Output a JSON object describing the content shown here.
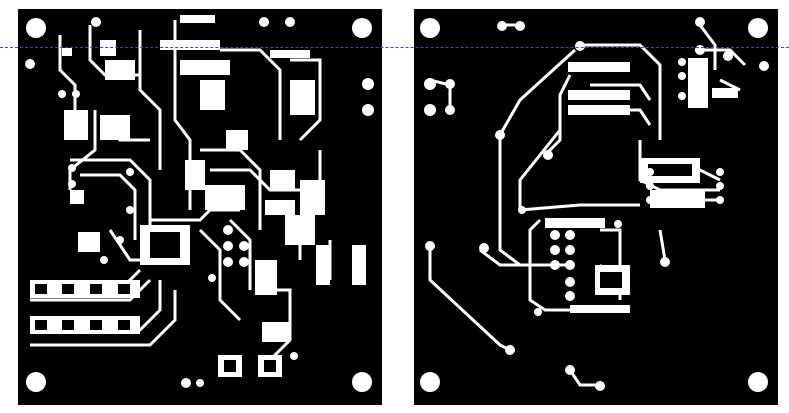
{
  "image": {
    "kind": "pcb-artwork",
    "colors": {
      "board": "#000000",
      "copper": "#ffffff",
      "background": "#ffffff",
      "guide_line": "#3a4ac8"
    },
    "panels": [
      {
        "name": "left-pcb-layer",
        "side": "top"
      },
      {
        "name": "right-pcb-layer",
        "side": "bottom"
      }
    ]
  }
}
